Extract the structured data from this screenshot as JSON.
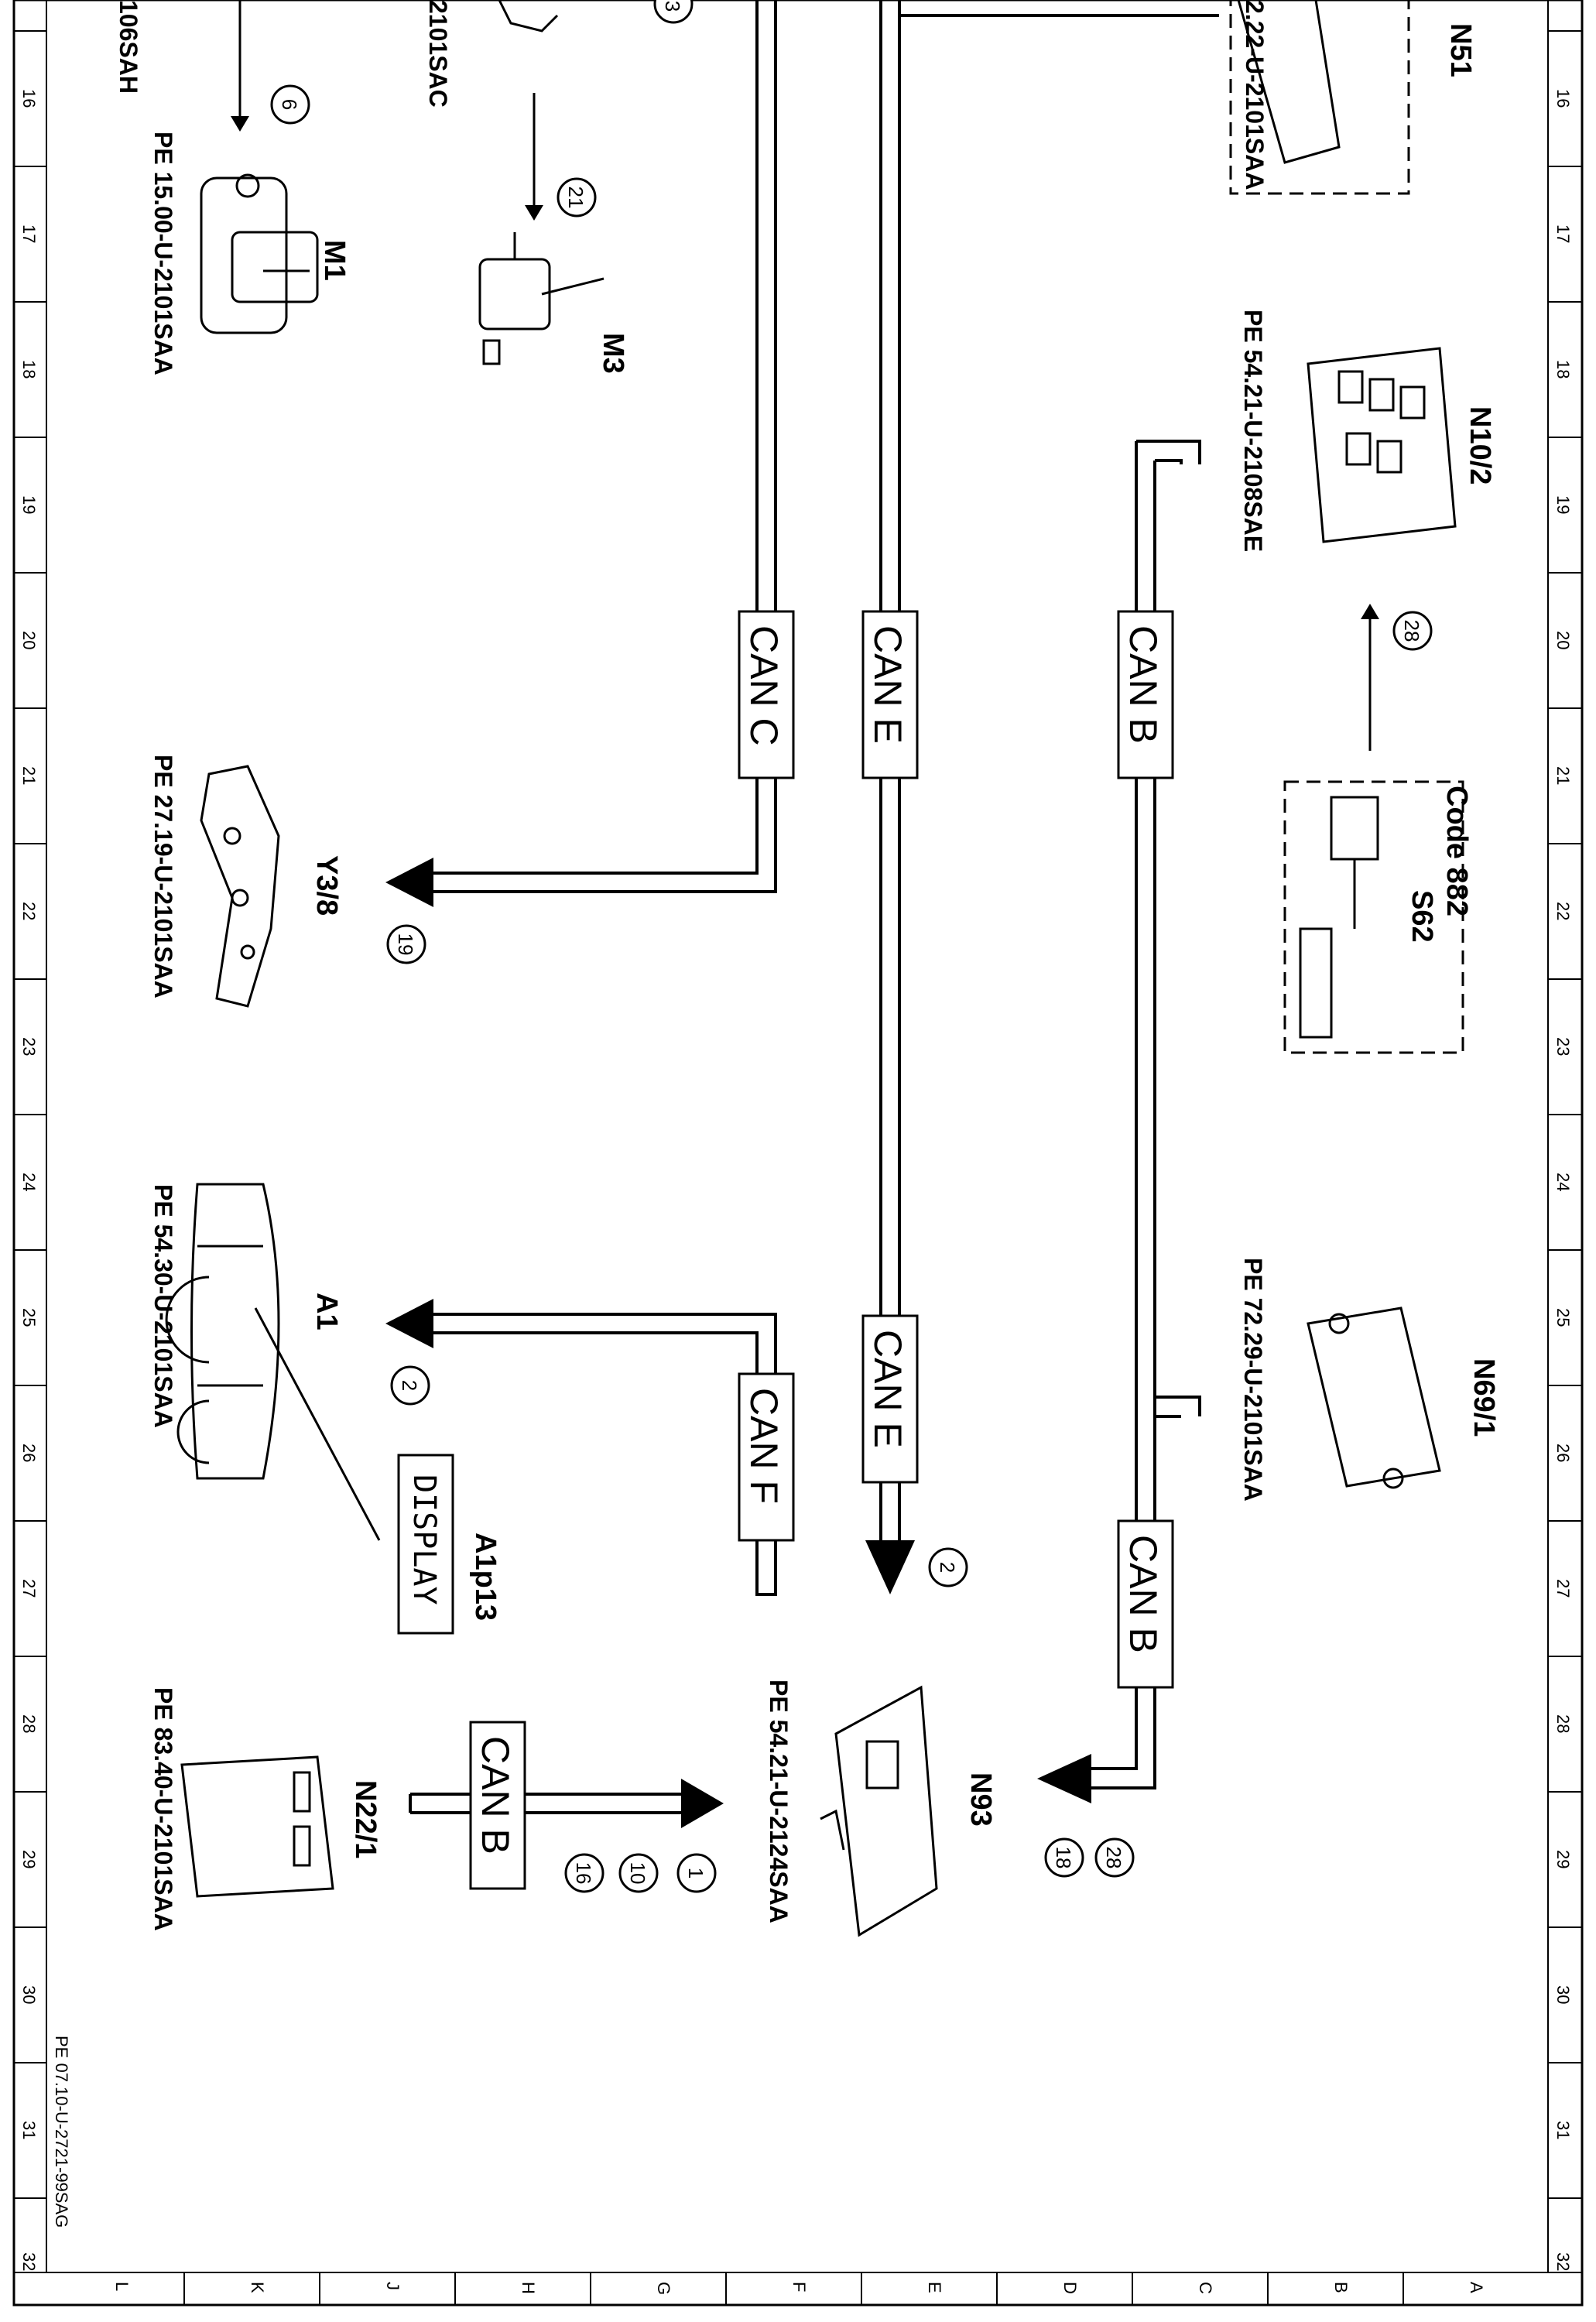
{
  "components": {
    "M1": {
      "label": "M1",
      "ref": "PE 15.00-U-2101SAA"
    },
    "M3": {
      "label": "M3"
    },
    "Y3_8": {
      "label": "Y3/8",
      "ref": "PE 27.19-U-2101SAA"
    },
    "A1": {
      "label": "A1",
      "ref": "PE 54.30-U-2101SAA"
    },
    "A1p13": {
      "label": "A1p13",
      "display_text": "DISPLAY"
    },
    "N22_1": {
      "label": "N22/1",
      "ref": "PE 83.40-U-2101SAA"
    },
    "N93": {
      "label": "N93",
      "ref": "PE 54.21-U-2124SAA"
    },
    "N51": {
      "label": "N51",
      "ref": "2.22-U-2101SAA"
    },
    "N10_2": {
      "label": "N10/2",
      "ref": "PE 54.21-U-2108SAE"
    },
    "S62": {
      "label": "S62",
      "code": "Code 882"
    },
    "N69_1": {
      "label": "N69/1",
      "ref": "PE 72.29-U-2101SAA"
    },
    "partial_top_left": "106SAH",
    "partial_top_mid": "2101SAC"
  },
  "bus_labels": {
    "can_c": "CAN C",
    "can_e_1": "CAN E",
    "can_e_2": "CAN E",
    "can_b_1": "CAN B",
    "can_b_2": "CAN B",
    "can_b_3": "CAN B",
    "can_f": "CAN F"
  },
  "callouts": {
    "m1_arrow": "6",
    "m3_arrow": "21",
    "partial_top": "3",
    "y3_8": "19",
    "a1": "2",
    "can_e_end": "2",
    "n22_1": [
      "1",
      "10",
      "16"
    ],
    "n93": [
      "28",
      "18"
    ],
    "n10_2": "28"
  },
  "ruler": {
    "columns": [
      "16",
      "17",
      "18",
      "19",
      "20",
      "21",
      "22",
      "23",
      "24",
      "25",
      "26",
      "27",
      "28",
      "29",
      "30",
      "31",
      "32"
    ],
    "rows": [
      "L",
      "K",
      "J",
      "H",
      "G",
      "F",
      "E",
      "D",
      "C",
      "B",
      "A"
    ]
  },
  "footer_ref": "PE 07.10-U-2721-99SAG"
}
